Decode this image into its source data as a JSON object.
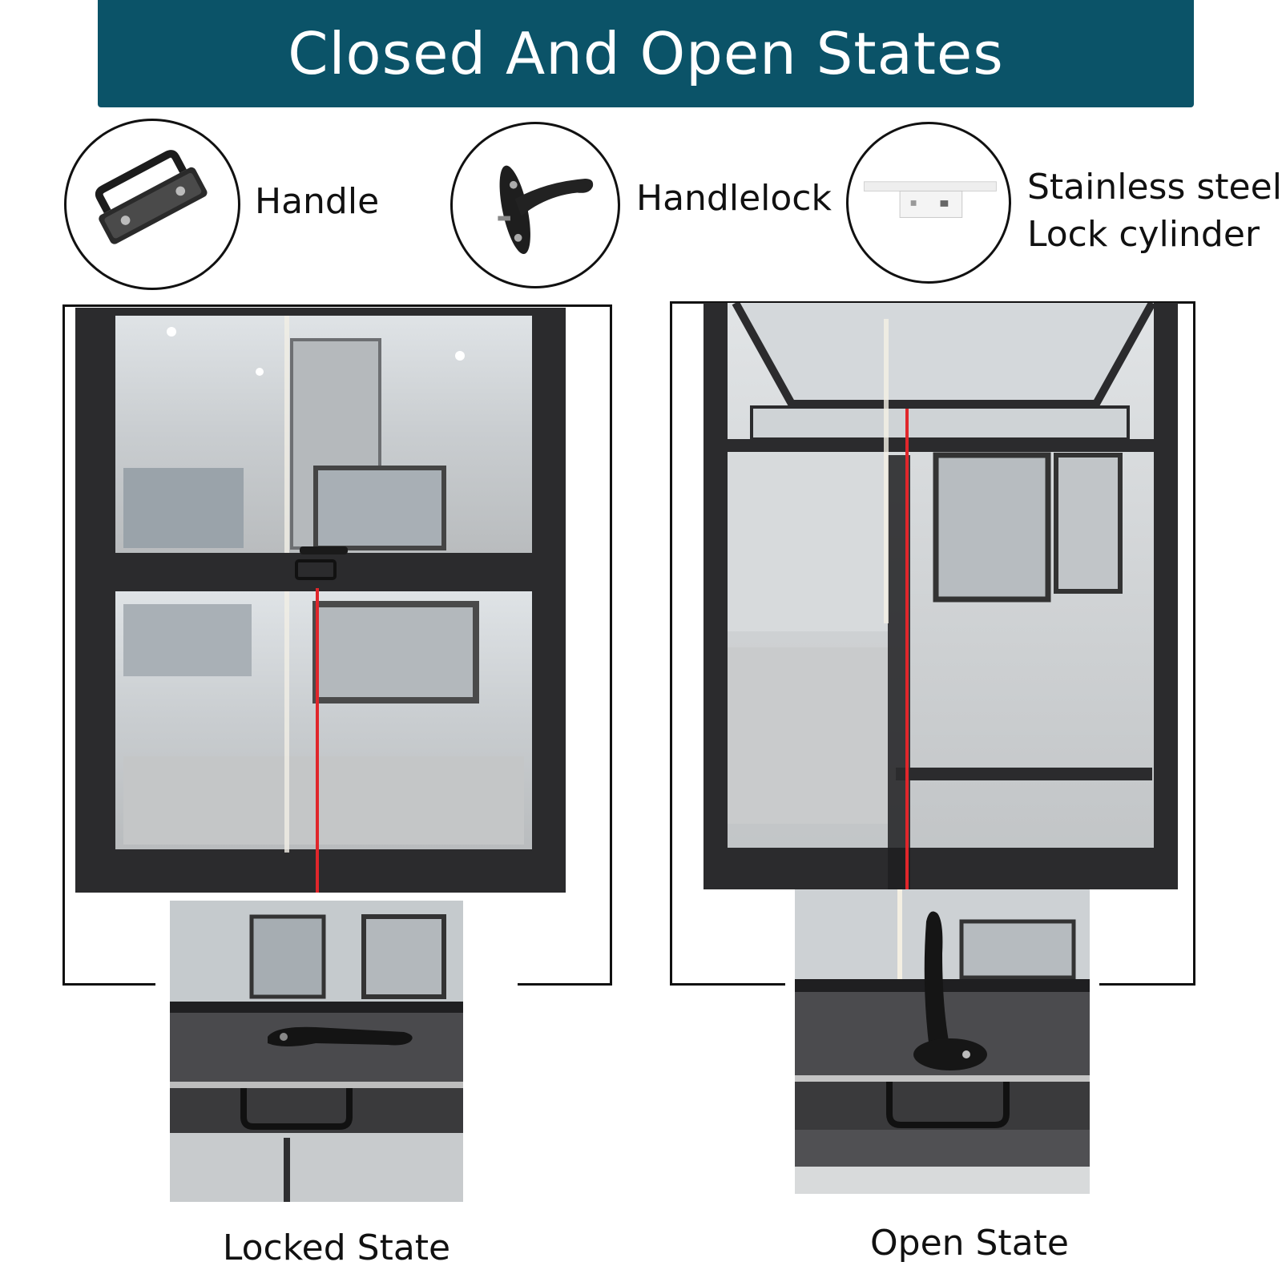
{
  "header": {
    "title": "Closed And Open States"
  },
  "parts": [
    {
      "label_lines": [
        "Handle"
      ]
    },
    {
      "label_lines": [
        "Handlelock"
      ]
    },
    {
      "label_lines": [
        "Stainless steel",
        "Lock cylinder"
      ]
    }
  ],
  "states": {
    "locked": {
      "label": "Locked State"
    },
    "open": {
      "label": "Open State"
    }
  },
  "colors": {
    "banner": "#0b5368",
    "window_frame": "#2b2b2d",
    "indicator_line": "#e0262b"
  }
}
